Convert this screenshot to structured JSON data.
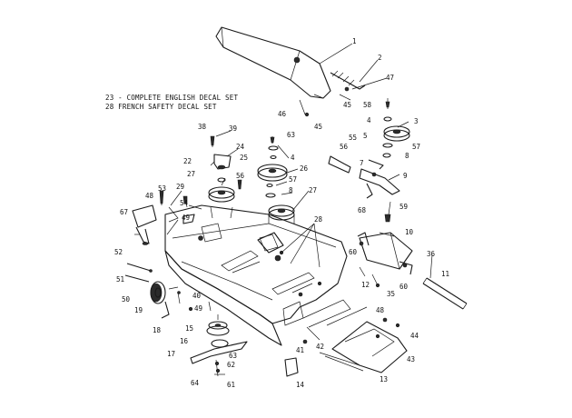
{
  "legend": {
    "line1": "23 - COMPLETE ENGLISH DECAL SET",
    "line2": "28   FRENCH SAFETY DECAL SET"
  },
  "callouts": [
    "1",
    "2",
    "47",
    "45",
    "46",
    "45",
    "58",
    "3",
    "4",
    "5",
    "57",
    "8",
    "55",
    "56",
    "38",
    "39",
    "24",
    "22",
    "63",
    "4",
    "25",
    "26",
    "56",
    "57",
    "8",
    "27",
    "27",
    "7",
    "9",
    "28",
    "29",
    "48",
    "54",
    "53",
    "67",
    "49",
    "52",
    "51",
    "50",
    "19",
    "18",
    "40",
    "49",
    "15",
    "16",
    "17",
    "63",
    "62",
    "64",
    "61",
    "14",
    "41",
    "42",
    "43",
    "13",
    "44",
    "48",
    "35",
    "12",
    "60",
    "10",
    "36",
    "11",
    "60",
    "59",
    "68"
  ]
}
